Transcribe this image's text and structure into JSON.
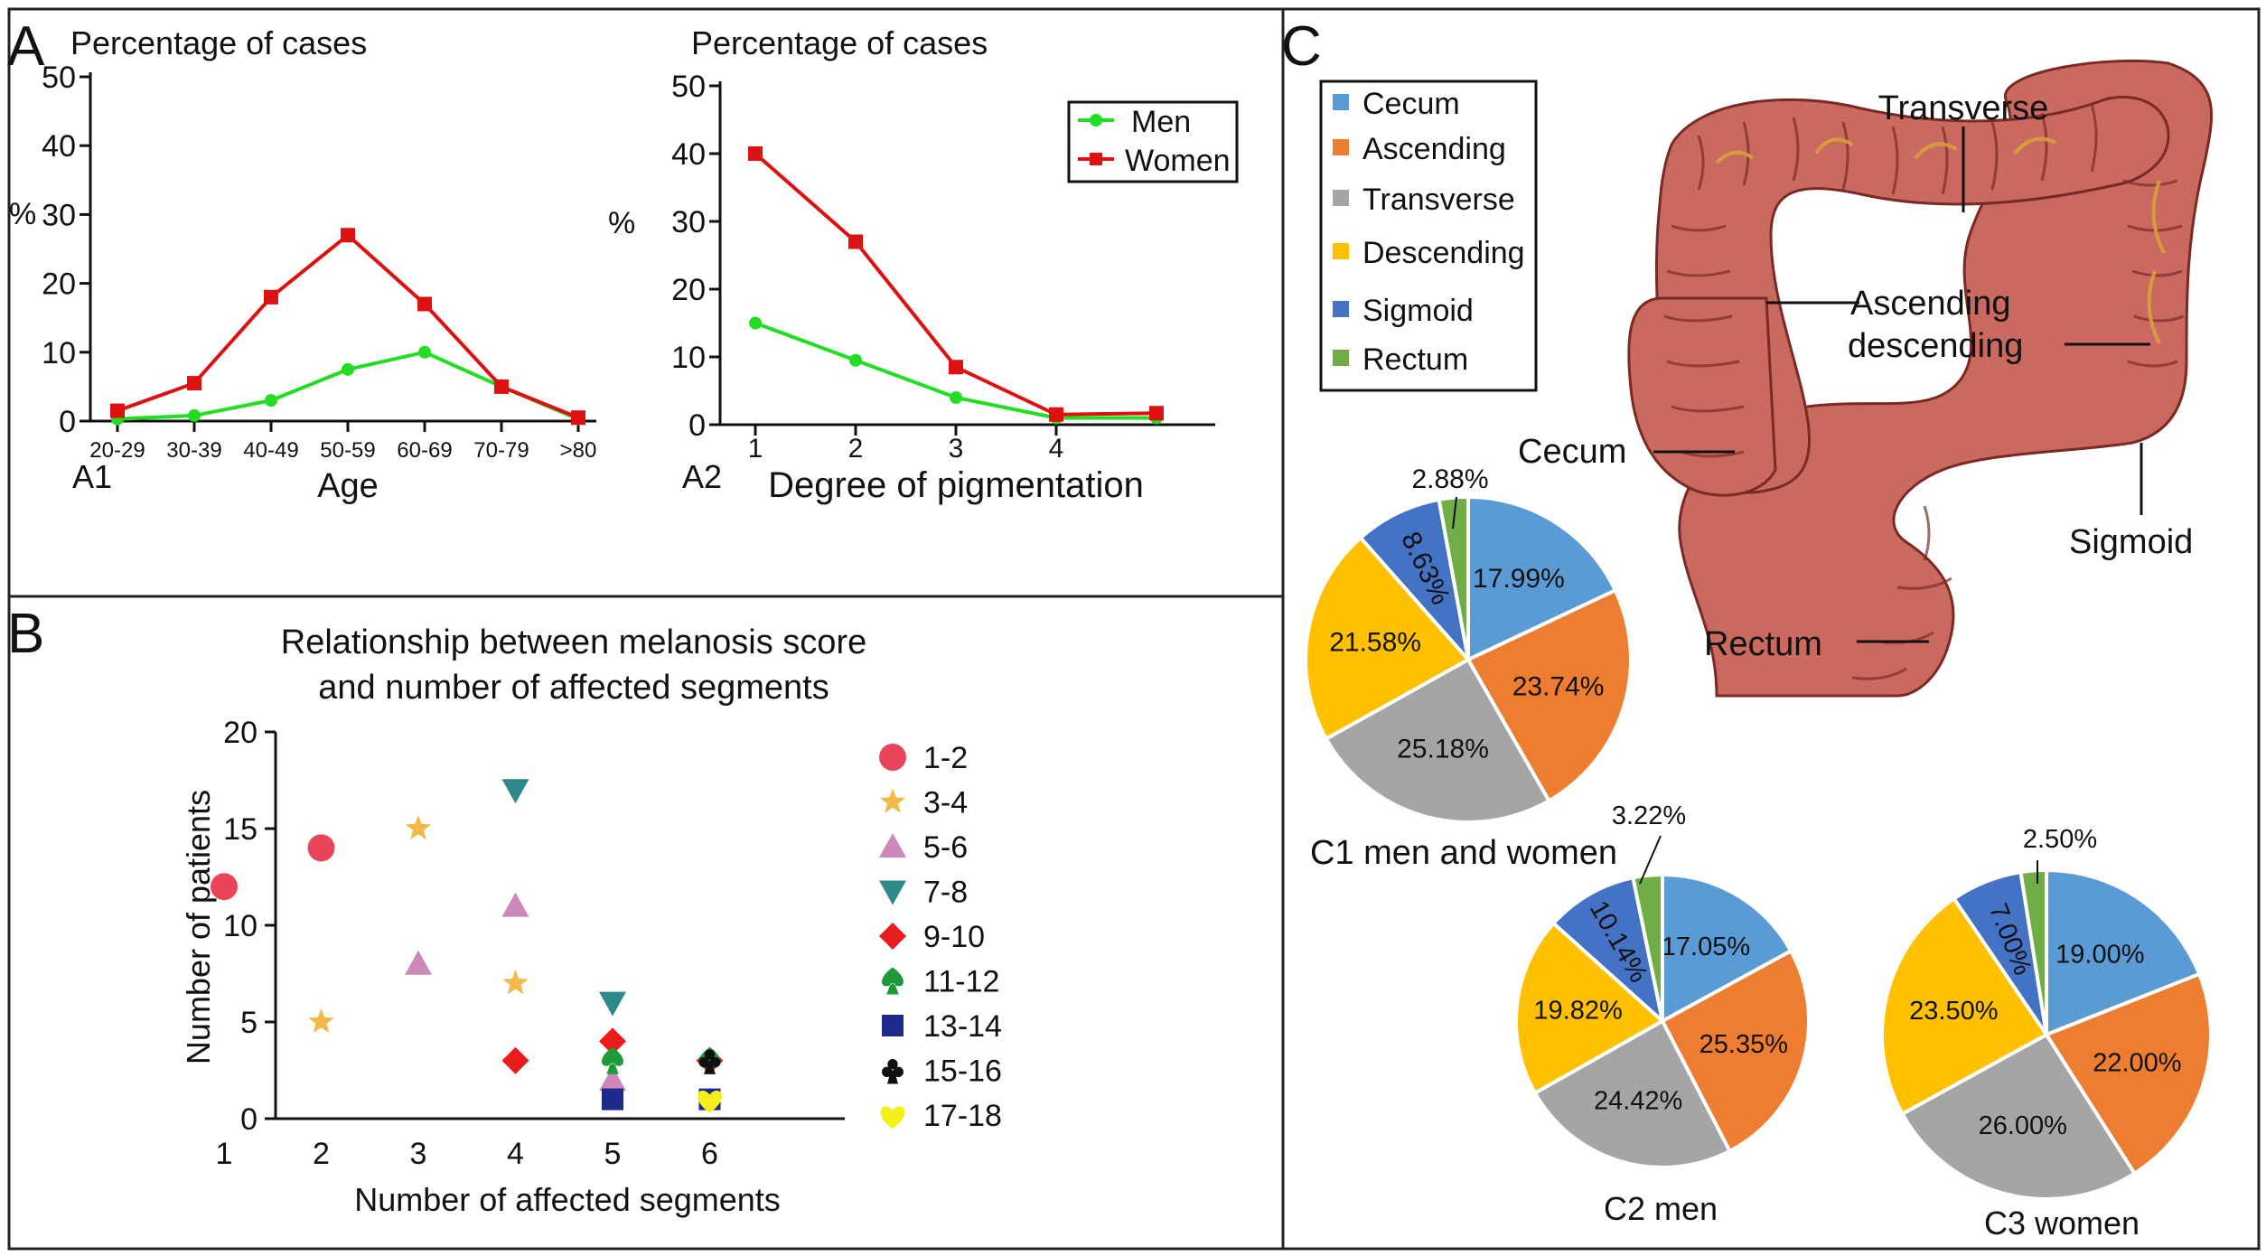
{
  "panel_letters": {
    "a": "A",
    "b": "B",
    "c": "C"
  },
  "colors": {
    "men": "#22dd22",
    "women": "#dd1111",
    "cecum": "#5b9bd5",
    "ascending": "#ed7d31",
    "transverse": "#a5a5a5",
    "descending": "#ffc000",
    "sigmoid": "#4472c4",
    "rectum": "#70ad47",
    "axis": "#111111",
    "frame": "#222222",
    "colon_tissue": "#c9695f"
  },
  "chart_data": [
    {
      "id": "A1",
      "type": "line",
      "panel_label": "A1",
      "title": "Percentage of cases",
      "xlabel": "Age",
      "ylabel": "%",
      "categories": [
        "20-29",
        "30-39",
        "40-49",
        "50-59",
        "60-69",
        "70-79",
        ">80"
      ],
      "ylim": [
        0,
        50
      ],
      "yticks": [
        "0",
        "10",
        "20",
        "30",
        "40",
        "50"
      ],
      "series": [
        {
          "name": "Men",
          "values": [
            0.3,
            0.8,
            3,
            7.5,
            10,
            5,
            0.3
          ]
        },
        {
          "name": "Women",
          "values": [
            1.5,
            5.5,
            18,
            27,
            17,
            5,
            0.5
          ]
        }
      ],
      "grid": false
    },
    {
      "id": "A2",
      "type": "line",
      "panel_label": "A2",
      "title": "Percentage of cases",
      "xlabel": "Degree of pigmentation",
      "ylabel": "%",
      "x": [
        1,
        2,
        3,
        4,
        5
      ],
      "xticks": [
        "1",
        "2",
        "3",
        "4"
      ],
      "ylim": [
        0,
        50
      ],
      "yticks": [
        "0",
        "10",
        "20",
        "30",
        "40",
        "50"
      ],
      "series": [
        {
          "name": "Men",
          "values": [
            15,
            9.5,
            4,
            1,
            1
          ]
        },
        {
          "name": "Women",
          "values": [
            40,
            27,
            8.5,
            1.5,
            1.7
          ]
        }
      ],
      "legend": {
        "position": "top-right",
        "entries": [
          "Men",
          "Women"
        ]
      },
      "grid": false
    },
    {
      "id": "B",
      "type": "scatter",
      "title": "Relationship between melanosis score",
      "title_line2": "and number of affected segments",
      "xlabel": "Number of affected segments",
      "ylabel": "Number of patients",
      "xticks": [
        "1",
        "2",
        "3",
        "4",
        "5",
        "6"
      ],
      "ylim": [
        0,
        20
      ],
      "yticks": [
        "0",
        "5",
        "10",
        "15",
        "20"
      ],
      "series": [
        {
          "name": "1-2",
          "marker": "circle",
          "color": "#e8455c",
          "points": [
            [
              1,
              12
            ],
            [
              2,
              14
            ]
          ]
        },
        {
          "name": "3-4",
          "marker": "star",
          "color": "#f2b84a",
          "points": [
            [
              2,
              5
            ],
            [
              3,
              15
            ],
            [
              4,
              7
            ]
          ]
        },
        {
          "name": "5-6",
          "marker": "triangle-up",
          "color": "#cc88bb",
          "points": [
            [
              3,
              8
            ],
            [
              4,
              11
            ],
            [
              5,
              2
            ]
          ]
        },
        {
          "name": "7-8",
          "marker": "triangle-down",
          "color": "#2e8a8a",
          "points": [
            [
              4,
              17
            ],
            [
              5,
              6
            ]
          ]
        },
        {
          "name": "9-10",
          "marker": "diamond",
          "color": "#e81c1c",
          "points": [
            [
              4,
              3
            ],
            [
              5,
              4
            ],
            [
              6,
              3
            ]
          ]
        },
        {
          "name": "11-12",
          "marker": "spade",
          "color": "#1f9a3a",
          "points": [
            [
              5,
              3
            ],
            [
              6,
              3
            ]
          ]
        },
        {
          "name": "13-14",
          "marker": "square",
          "color": "#1c2a8c",
          "points": [
            [
              5,
              1
            ],
            [
              6,
              1
            ]
          ]
        },
        {
          "name": "15-16",
          "marker": "club",
          "color": "#111111",
          "points": [
            [
              6,
              3
            ]
          ]
        },
        {
          "name": "17-18",
          "marker": "heart",
          "color": "#f5ee1a",
          "points": [
            [
              6,
              1
            ]
          ]
        }
      ],
      "legend": {
        "position": "right"
      },
      "grid": false
    },
    {
      "id": "C1",
      "type": "pie",
      "caption": "C1 men and women",
      "slices": [
        {
          "name": "Cecum",
          "value": 17.99,
          "label": "17.99%"
        },
        {
          "name": "Ascending",
          "value": 23.74,
          "label": "23.74%"
        },
        {
          "name": "Transverse",
          "value": 25.18,
          "label": "25.18%"
        },
        {
          "name": "Descending",
          "value": 21.58,
          "label": "21.58%"
        },
        {
          "name": "Sigmoid",
          "value": 8.63,
          "label": "8.63%"
        },
        {
          "name": "Rectum",
          "value": 2.88,
          "label": "2.88%"
        }
      ]
    },
    {
      "id": "C2",
      "type": "pie",
      "caption": "C2 men",
      "slices": [
        {
          "name": "Cecum",
          "value": 17.05,
          "label": "17.05%"
        },
        {
          "name": "Ascending",
          "value": 25.35,
          "label": "25.35%"
        },
        {
          "name": "Transverse",
          "value": 24.42,
          "label": "24.42%"
        },
        {
          "name": "Descending",
          "value": 19.82,
          "label": "19.82%"
        },
        {
          "name": "Sigmoid",
          "value": 10.14,
          "label": "10.14%"
        },
        {
          "name": "Rectum",
          "value": 3.22,
          "label": "3.22%"
        }
      ]
    },
    {
      "id": "C3",
      "type": "pie",
      "caption": "C3 women",
      "slices": [
        {
          "name": "Cecum",
          "value": 19.0,
          "label": "19.00%"
        },
        {
          "name": "Ascending",
          "value": 22.0,
          "label": "22.00%"
        },
        {
          "name": "Transverse",
          "value": 26.0,
          "label": "26.00%"
        },
        {
          "name": "Descending",
          "value": 23.5,
          "label": "23.50%"
        },
        {
          "name": "Sigmoid",
          "value": 7.0,
          "label": "7.00%"
        },
        {
          "name": "Rectum",
          "value": 2.5,
          "label": "2.50%"
        }
      ]
    }
  ],
  "pie_legend": [
    "Cecum",
    "Ascending",
    "Transverse",
    "Descending",
    "Sigmoid",
    "Rectum"
  ],
  "colon_labels": {
    "transverse": "Transverse",
    "ascending": "Ascending",
    "descending": "descending",
    "cecum": "Cecum",
    "sigmoid": "Sigmoid",
    "rectum": "Rectum"
  }
}
